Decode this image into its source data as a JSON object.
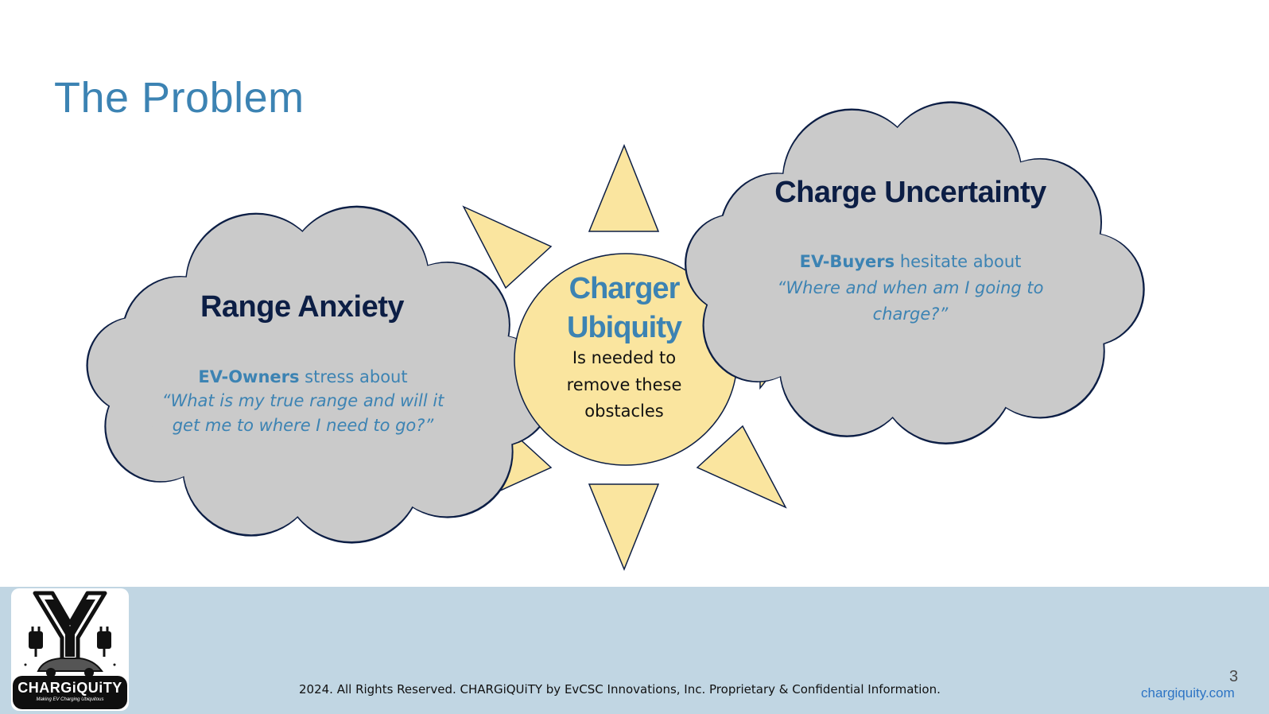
{
  "slide": {
    "title": "The Problem",
    "center": {
      "title_line1": "Charger",
      "title_line2": "Ubiquity",
      "body_line1": "Is needed to",
      "body_line2": "remove these",
      "body_line3": "obstacles",
      "fill_color": "#fae59f"
    },
    "left_cloud": {
      "heading": "Range Anxiety",
      "subject": "EV-Owners",
      "lead_rest": " stress about",
      "quote_line1": "“What is my true range and will it",
      "quote_line2": "get me to where I need to go?”"
    },
    "right_cloud": {
      "heading": "Charge Uncertainty",
      "subject": "EV-Buyers",
      "lead_rest": " hesitate about",
      "quote_line1": "“Where and when am I going to",
      "quote_line2": "charge?”"
    },
    "cloud_fill_color": "#cacaca",
    "accent_color": "#3c83b3",
    "heading_color": "#0c1e45"
  },
  "footer": {
    "logo": {
      "wordmark": "CHARGiQUiTY",
      "tagline": "Making EV Charging Ubiquitous",
      "icon": "y-plug-car-logo"
    },
    "notice": "2024. All Rights Reserved. CHARGiQUiTY by EvCSC Innovations, Inc.  Proprietary & Confidential Information.",
    "page_number": "3",
    "website": "chargiquity.com",
    "background_color": "#c1d6e3"
  }
}
